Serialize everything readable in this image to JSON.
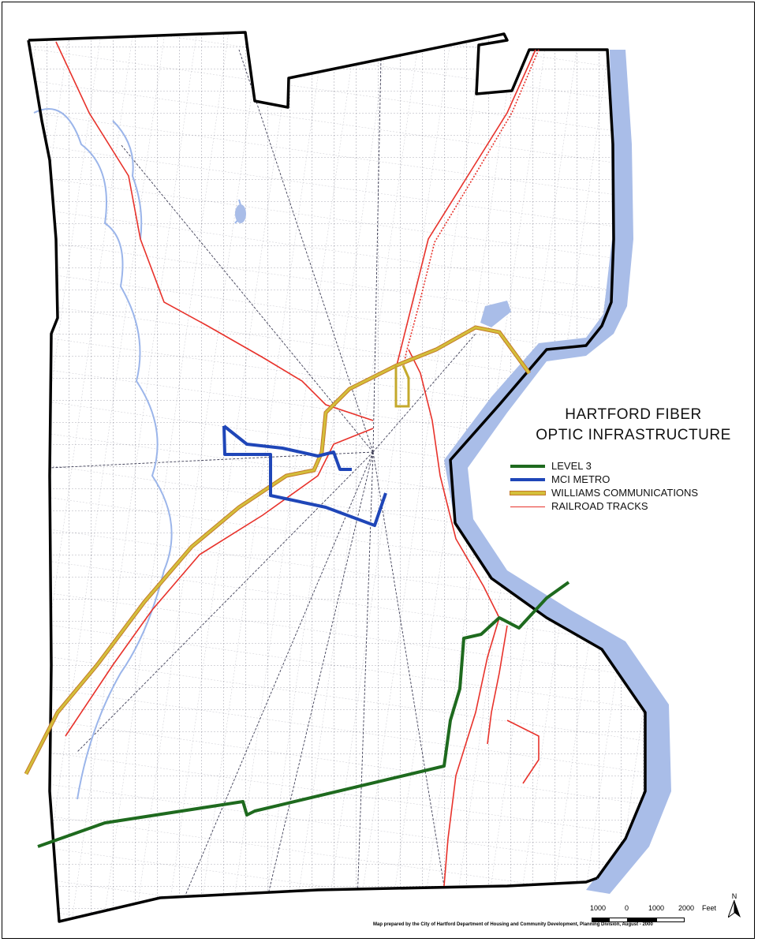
{
  "title": {
    "line1": "HARTFORD FIBER",
    "line2": "OPTIC INFRASTRUCTURE"
  },
  "legend": [
    {
      "label": "LEVEL 3",
      "color": "#1e6a1e"
    },
    {
      "label": "MCI METRO",
      "color": "#1f46b8"
    },
    {
      "label": "WILLIAMS COMMUNICATIONS",
      "color": "#d4bf3a"
    },
    {
      "label": "RAILROAD TRACKS",
      "color": "#e8322b"
    }
  ],
  "colors": {
    "boundary": "#000000",
    "river": "#a9bde8",
    "streams": "#9bb5ea",
    "streets": "#3d3d55",
    "level3": "#1e6a1e",
    "mci": "#1f46b8",
    "williams": "#d4bf3a",
    "williams_outline": "#c47a2a",
    "railroad": "#e8322b"
  },
  "scale": {
    "labels": [
      "1000",
      "0",
      "1000",
      "2000"
    ],
    "unit": "Feet"
  },
  "north": {
    "label": "N",
    "icon": "north-arrow-icon"
  },
  "credit": "Map prepared by the City of Hartford Department of Housing and Community Development, Planning Division, August - 2000"
}
